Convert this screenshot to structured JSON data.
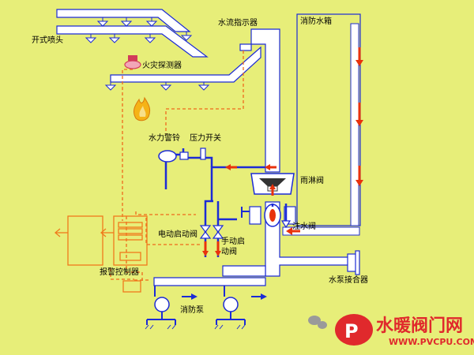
{
  "labels": {
    "open_sprinkler": "开式喷头",
    "fire_detector": "火灾探测器",
    "water_flow_indicator": "水流指示器",
    "fire_water_tank": "消防水箱",
    "water_alarm_bell": "水力警铃",
    "pressure_switch": "压力开关",
    "deluge_valve": "雨淋阀",
    "electric_start_valve": "电动启动阀",
    "manual_start_valve_1": "手动启",
    "manual_start_valve_2": "动阀",
    "fill_valve": "注水阀",
    "alarm_controller": "报警控制器",
    "fire_pump": "消防泵",
    "pump_adapter": "水泵接合器"
  },
  "watermark": {
    "brand": "水暖阀门网",
    "url": "WWW.PVCPU.COM",
    "logo_letter": "P"
  },
  "colors": {
    "background": "#e7ee79",
    "pipe": "#1c2bd6",
    "flow_arrow": "#e8320c",
    "signal": "#ef6a1c",
    "controller": "#f07a1c",
    "pipe_fill": "#ffffff"
  }
}
